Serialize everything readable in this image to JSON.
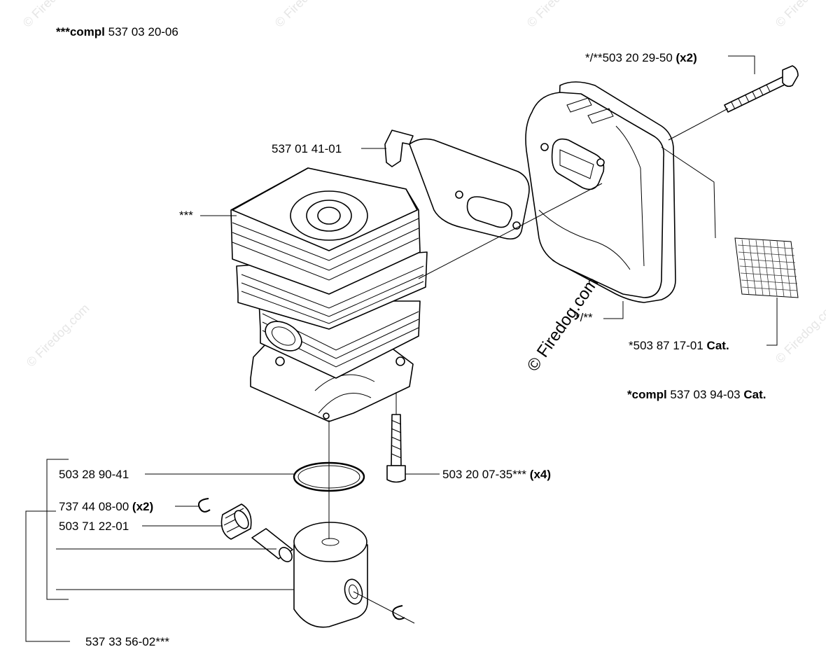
{
  "header": {
    "assembly_prefix": "***compl",
    "assembly_number": " 537 03 20-06"
  },
  "labels": {
    "bolt_long": {
      "prefix": "*/**503 20 29-50 ",
      "qty": "(x2)"
    },
    "bracket": "537 01 41-01",
    "cylinder_marker": "***",
    "muffler_marker": "*/**",
    "spark_screen": {
      "prefix": "*503 87 17-01 ",
      "suffix": "Cat."
    },
    "muffler_assembly": {
      "prefix": "*compl",
      "number": " 537 03 94-03 ",
      "suffix": "Cat."
    },
    "piston_ring": "503 28 90-41",
    "cylinder_screw": {
      "prefix": "503 20 07-35*** ",
      "qty": "(x4)"
    },
    "circlip": {
      "prefix": "737 44 08-00 ",
      "qty": "(x2)"
    },
    "needle_bearing": "503 71 22-01",
    "piston_assembly": "537 33 56-02***"
  },
  "watermark": {
    "center_text": "© Firedog.com",
    "tile_text": "© Firedog.com"
  }
}
